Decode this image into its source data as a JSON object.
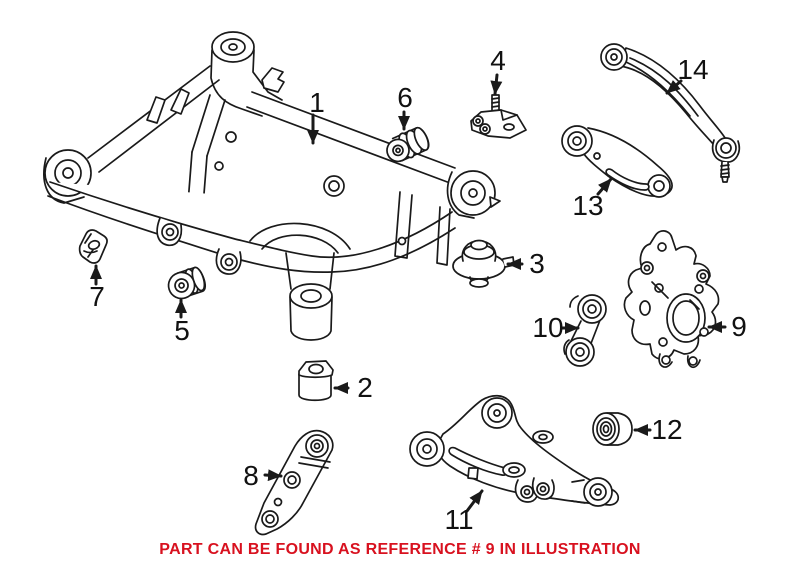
{
  "figure": {
    "type": "parts-diagram",
    "subject": "rear-suspension-exploded-illustration",
    "background_color": "#ffffff",
    "line_color": "#1a1a1a",
    "callouts": [
      {
        "number": "1"
      },
      {
        "number": "2"
      },
      {
        "number": "3"
      },
      {
        "number": "4"
      },
      {
        "number": "5"
      },
      {
        "number": "6"
      },
      {
        "number": "7"
      },
      {
        "number": "8"
      },
      {
        "number": "9"
      },
      {
        "number": "10"
      },
      {
        "number": "11"
      },
      {
        "number": "12"
      },
      {
        "number": "13"
      },
      {
        "number": "14"
      }
    ],
    "caption": {
      "text": "PART CAN BE FOUND AS REFERENCE # 9 IN ILLUSTRATION",
      "color": "#d8111f",
      "reference_number": "9"
    }
  }
}
